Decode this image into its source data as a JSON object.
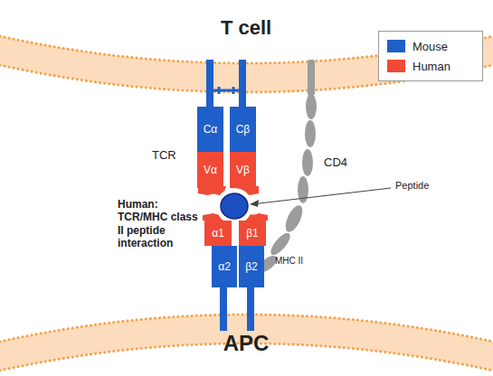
{
  "diagram": {
    "nodes": [
      {
        "text": [
          "Cα"
        ]
      },
      {
        "text": [
          "Cβ"
        ]
      },
      {
        "text": [
          "Vα"
        ]
      },
      {
        "text": [
          "Vβ"
        ]
      },
      {
        "text": [
          "α1"
        ]
      },
      {
        "text": [
          "β1"
        ]
      },
      {
        "text": [
          "α2"
        ]
      },
      {
        "text": [
          "β2"
        ]
      }
    ],
    "labels": [
      "T cell",
      "TCR",
      "CD4",
      "Peptide",
      "Human: TCR/MHC class II peptide interaction",
      "MHC II",
      "APC"
    ],
    "legend": [
      {
        "text": "Mouse",
        "color": "#1f5fc9"
      },
      {
        "text": "Human",
        "color": "#f04a36"
      }
    ]
  }
}
